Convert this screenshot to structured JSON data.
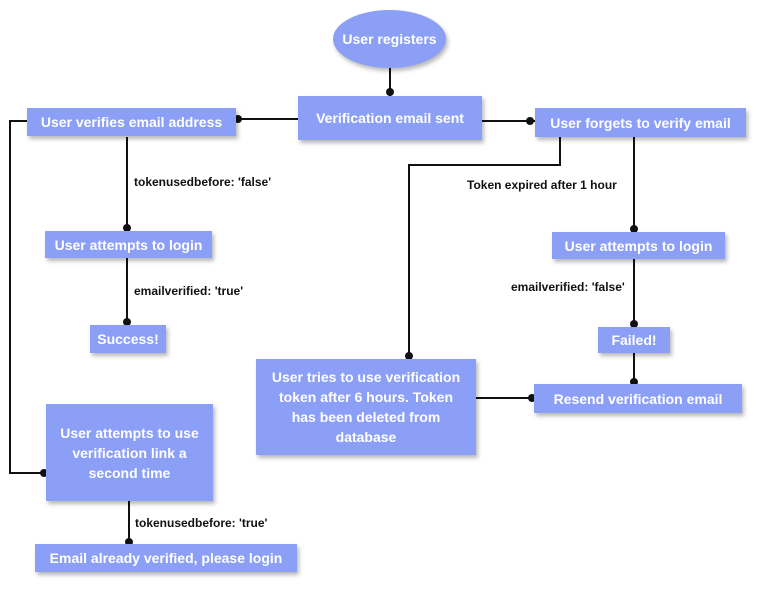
{
  "nodes": {
    "user_registers": "User registers",
    "verification_email_sent": "Verification email sent",
    "user_verifies_email": "User verifies email address",
    "user_forgets_verify": "User forgets to verify email",
    "left_login": "User attempts to login",
    "right_login": "User attempts to login",
    "success": "Success!",
    "failed": "Failed!",
    "tries_use_verification": "User tries to use verification token after 6 hours. Token has been deleted from database",
    "resend_verification": "Resend verification email",
    "second_time": "User attempts to use verification link a second time",
    "already_verified": "Email already verified, please login"
  },
  "edge_labels": {
    "tokenused_false": "tokenusedbefore: 'false'",
    "emailverified_true": "emailverified: 'true'",
    "token_expired": "Token expired after 1 hour",
    "emailverified_false": "emailverified: 'false'",
    "tokenused_true": "tokenusedbefore: 'true'"
  },
  "colors": {
    "node_fill": "#8c9ff7",
    "node_text": "#ffffff",
    "line": "#111111"
  }
}
